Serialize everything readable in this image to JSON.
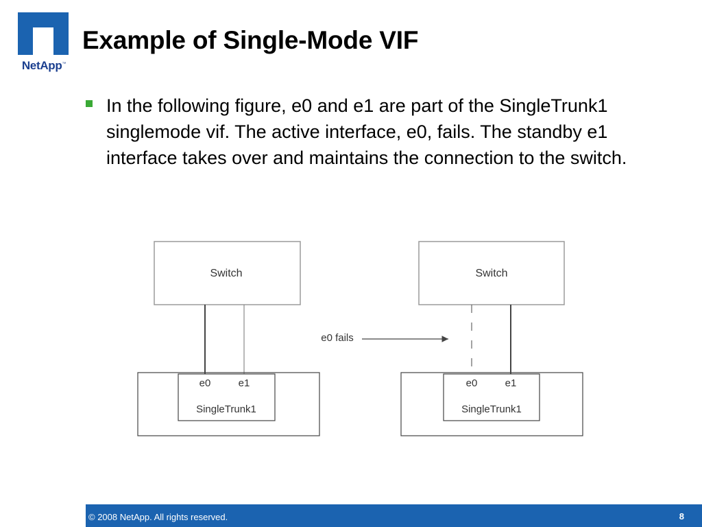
{
  "brand": {
    "name": "NetApp",
    "tm": "™",
    "color": "#1b63b0",
    "text_color": "#1b3f8f"
  },
  "slide": {
    "title": "Example of Single-Mode VIF",
    "bullet_color": "#3aa935",
    "bullet_text": "In the following figure, e0 and e1 are part of the SingleTrunk1 singlemode vif. The active interface, e0, fails. The standby e1 interface takes over and maintains the connection to the switch."
  },
  "diagram": {
    "left": {
      "switch_label": "Switch",
      "if0": "e0",
      "if1": "e1",
      "trunk_label": "SingleTrunk1"
    },
    "right": {
      "switch_label": "Switch",
      "if0": "e0",
      "if1": "e1",
      "trunk_label": "SingleTrunk1"
    },
    "transition_label": "e0 fails"
  },
  "footer": {
    "copyright": "© 2008 NetApp.  All rights reserved.",
    "page_number": "8",
    "background": "#1b63b0"
  }
}
